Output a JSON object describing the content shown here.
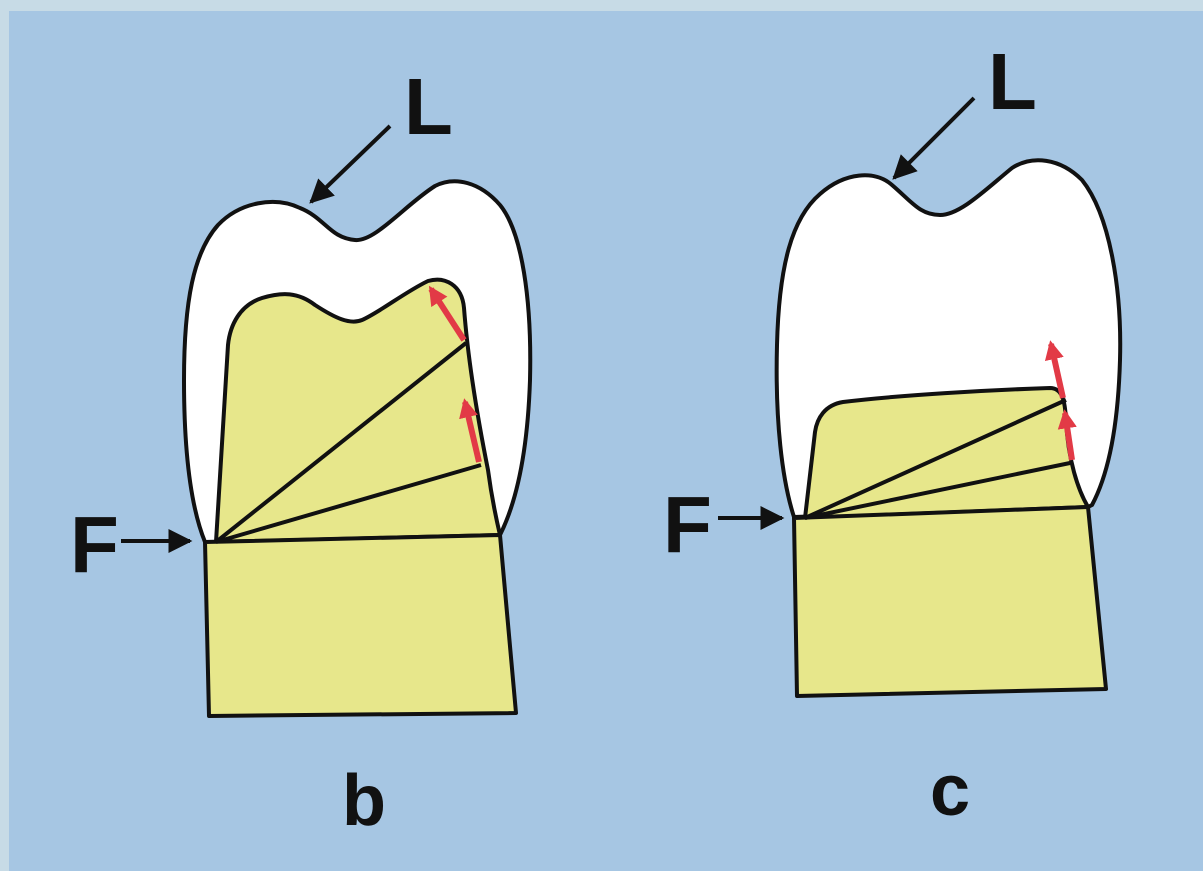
{
  "colors": {
    "background": "#a6c6e3",
    "frame": "#c7dbe6",
    "crown": "#ffffff",
    "prep": "#e7e78b",
    "outline": "#111111",
    "arrow_red": "#e23a46"
  },
  "panels": [
    {
      "id": "b",
      "caption": "b",
      "left_label": "F",
      "top_label": "L"
    },
    {
      "id": "c",
      "caption": "c",
      "left_label": "F",
      "top_label": "L"
    }
  ]
}
